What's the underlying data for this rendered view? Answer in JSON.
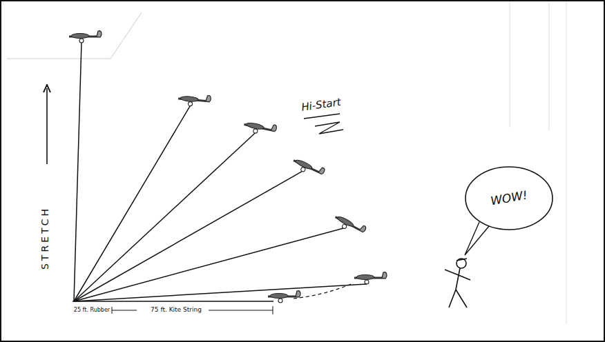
{
  "diagram": {
    "nodes": [
      {
        "text": [
          "WOW!"
        ]
      }
    ],
    "labels": [
      "Hi-Start",
      "STRETCH",
      "25 ft. Rubber",
      "75 ft. Kite String"
    ]
  }
}
